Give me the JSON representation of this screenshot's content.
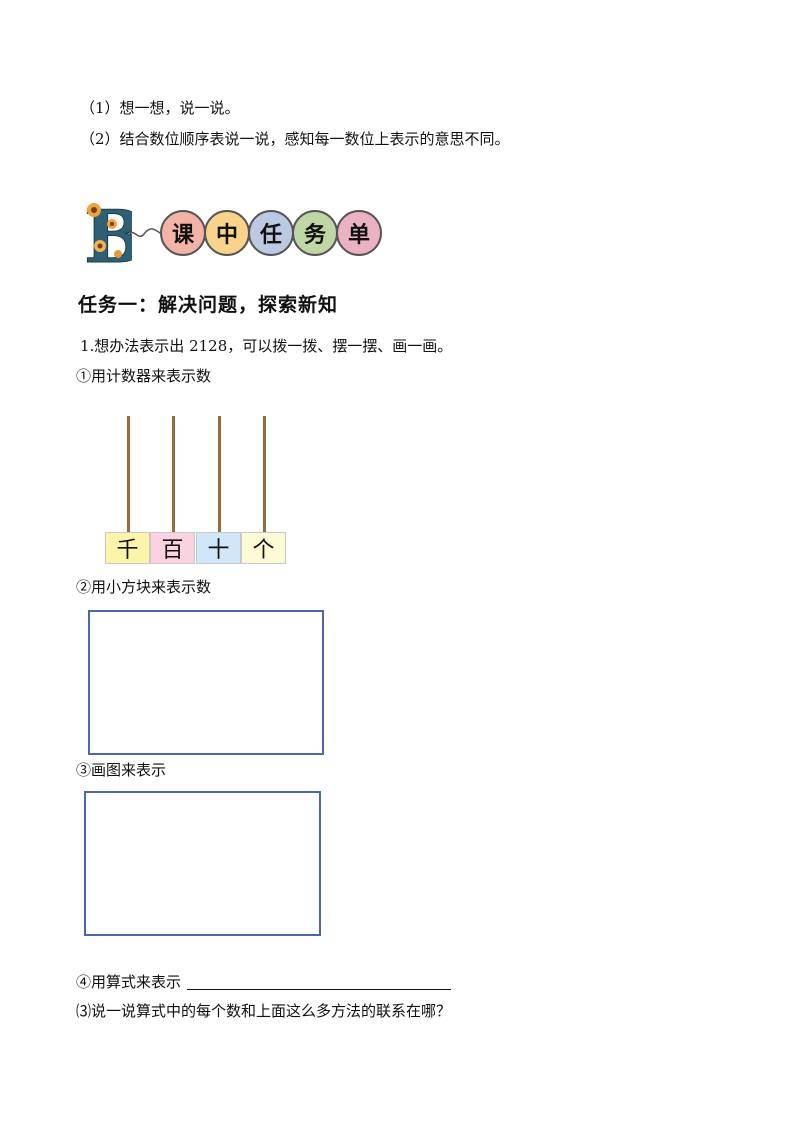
{
  "intro": {
    "line1": "（1）想一想，说一说。",
    "line2": "（2）结合数位顺序表说一说，感知每一数位上表示的意思不同。"
  },
  "banner": {
    "letter": "B",
    "chars": [
      "课",
      "中",
      "任",
      "务",
      "单"
    ],
    "colors": [
      "#f3b3a6",
      "#f9d38a",
      "#bcc9e3",
      "#bfd7a4",
      "#eab2c2"
    ]
  },
  "task1": {
    "heading": "任务一：解决问题，探索新知",
    "q1": "1.想办法表示出 2128，可以拨一拨、摆一摆、画一画。",
    "method1": "①用计数器来表示数",
    "places": [
      {
        "label": "千",
        "color": "#fcf4a8"
      },
      {
        "label": "百",
        "color": "#fbd3e0"
      },
      {
        "label": "十",
        "color": "#cfe7f8"
      },
      {
        "label": "个",
        "color": "#fdfbd5"
      }
    ],
    "method2": "②用小方块来表示数",
    "method3": "③画图来表示",
    "method4": "④用算式来表示",
    "q3": "⑶说一说算式中的每个数和上面这么多方法的联系在哪？"
  }
}
